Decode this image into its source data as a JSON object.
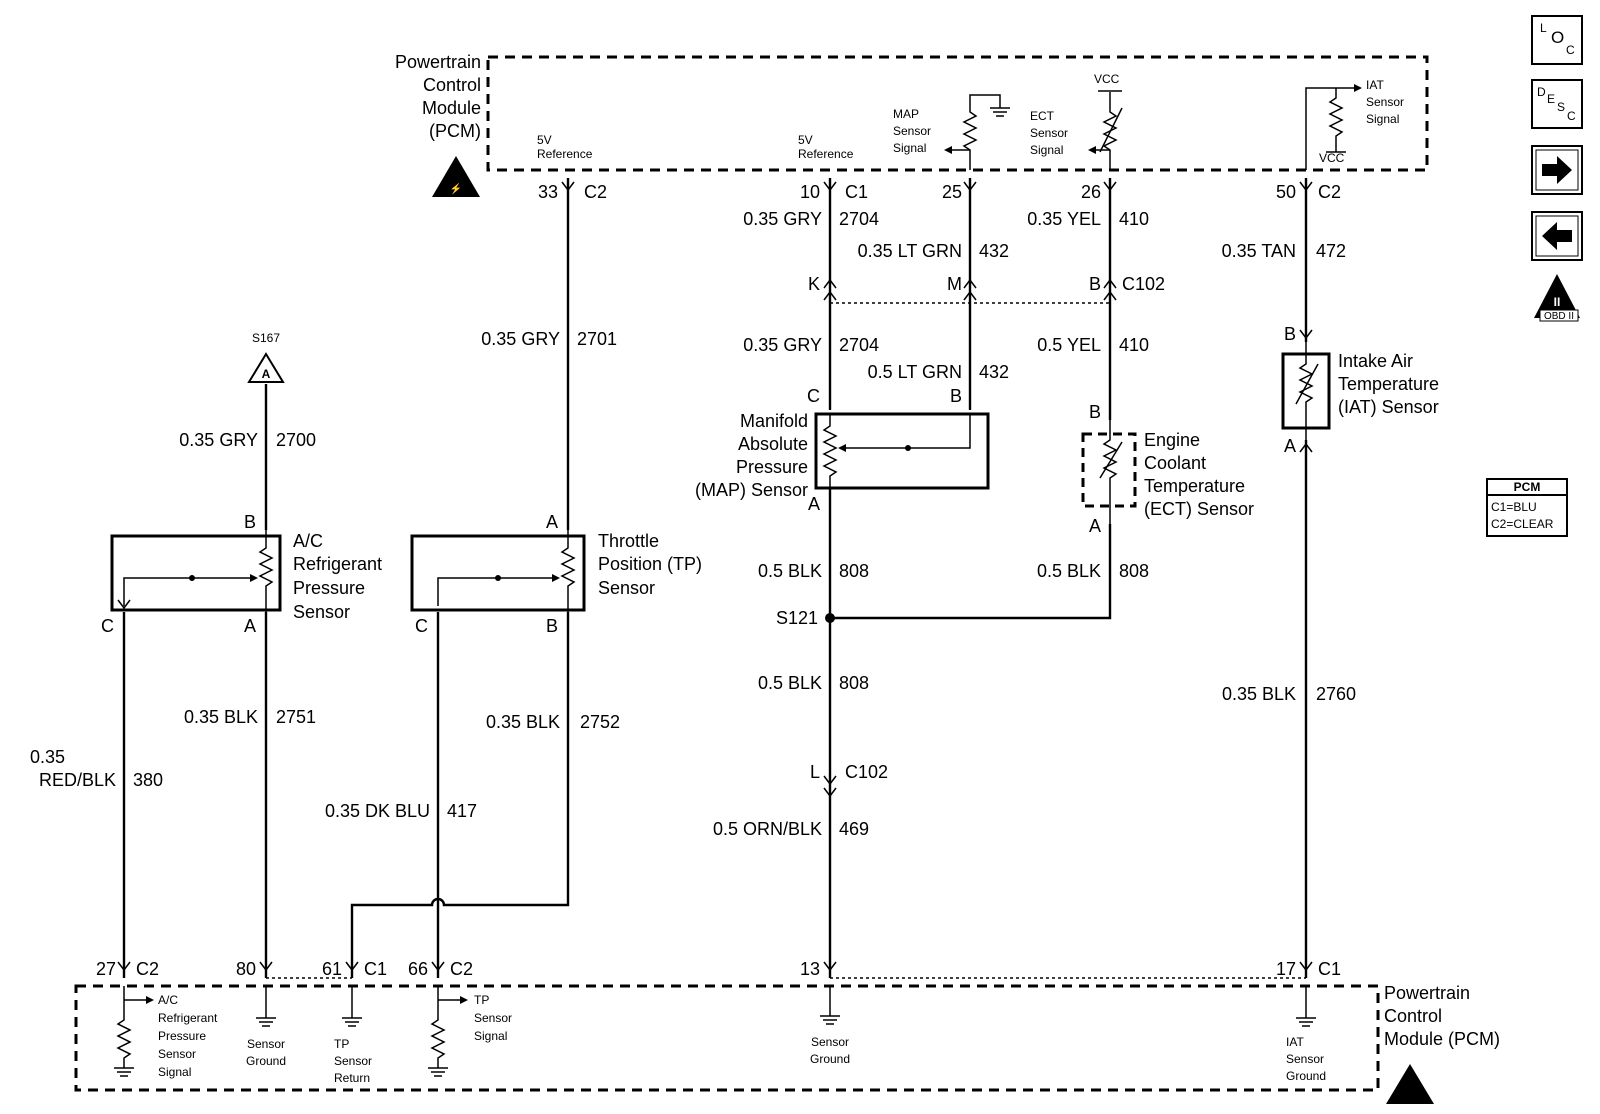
{
  "pcm_top": {
    "line1": "Powertrain",
    "line2": "Control",
    "line3": "Module",
    "line4": "(PCM)"
  },
  "pcm_bottom": {
    "line1": "Powertrain",
    "line2": "Control",
    "line3": "Module (PCM)"
  },
  "pcm_internal_top": {
    "ref5v_a": [
      "5V",
      "Reference"
    ],
    "ref5v_b": [
      "5V",
      "Reference"
    ],
    "map_signal": [
      "MAP",
      "Sensor",
      "Signal"
    ],
    "ect_signal": [
      "ECT",
      "Sensor",
      "Signal"
    ],
    "vcc_ect": "VCC",
    "iat_signal": [
      "IAT",
      "Sensor",
      "Signal"
    ],
    "vcc_iat": "VCC"
  },
  "pcm_internal_bottom": {
    "ac_signal": [
      "A/C",
      "Refrigerant",
      "Pressure",
      "Sensor",
      "Signal"
    ],
    "sensor_ground_a": [
      "Sensor",
      "Ground"
    ],
    "tp_return": [
      "TP",
      "Sensor",
      "Return"
    ],
    "tp_signal": [
      "TP",
      "Sensor",
      "Signal"
    ],
    "sensor_ground_b": [
      "Sensor",
      "Ground"
    ],
    "iat_ground": [
      "IAT",
      "Sensor",
      "Ground"
    ]
  },
  "pins_top": {
    "p33": "33",
    "p33_conn": "C2",
    "p10": "10",
    "p10_conn": "C1",
    "p25": "25",
    "p26": "26",
    "p50": "50",
    "p50_conn": "C2"
  },
  "pins_bottom": {
    "p27": "27",
    "p27_conn": "C2",
    "p80": "80",
    "p61": "61",
    "p61_conn": "C1",
    "p66": "66",
    "p66_conn": "C2",
    "p13": "13",
    "p17": "17",
    "p17_conn": "C1"
  },
  "wires": {
    "w2701": {
      "color": "0.35 GRY",
      "circuit": "2701"
    },
    "w2704a": {
      "color": "0.35 GRY",
      "circuit": "2704"
    },
    "w432a": {
      "color": "0.35 LT GRN",
      "circuit": "432"
    },
    "w410a": {
      "color": "0.35 YEL",
      "circuit": "410"
    },
    "w472": {
      "color": "0.35 TAN",
      "circuit": "472"
    },
    "w2704b": {
      "color": "0.35 GRY",
      "circuit": "2704"
    },
    "w432b": {
      "color": "0.5 LT GRN",
      "circuit": "432"
    },
    "w410b": {
      "color": "0.5 YEL",
      "circuit": "410"
    },
    "w2700": {
      "color": "0.35 GRY",
      "circuit": "2700"
    },
    "w808a": {
      "color": "0.5 BLK",
      "circuit": "808"
    },
    "w808b": {
      "color": "0.5 BLK",
      "circuit": "808"
    },
    "w808c": {
      "color": "0.5 BLK",
      "circuit": "808"
    },
    "w2751": {
      "color": "0.35 BLK",
      "circuit": "2751"
    },
    "w2752": {
      "color": "0.35 BLK",
      "circuit": "2752"
    },
    "w2760": {
      "color": "0.35 BLK",
      "circuit": "2760"
    },
    "w380": {
      "color_line1": "0.35",
      "color_line2": "RED/BLK",
      "circuit": "380"
    },
    "w417": {
      "color": "0.35 DK BLU",
      "circuit": "417"
    },
    "w469": {
      "color": "0.5 ORN/BLK",
      "circuit": "469"
    }
  },
  "connectors": {
    "c102_top": {
      "pin_k": "K",
      "pin_m": "M",
      "pin_b": "B",
      "name": "C102"
    },
    "c102_bottom": {
      "pin_l": "L",
      "name": "C102"
    },
    "splice_s121": "S121",
    "splice_s167": "S167",
    "splice_s167_letter": "A"
  },
  "sensors": {
    "map": {
      "lines": [
        "Manifold",
        "Absolute",
        "Pressure",
        "(MAP) Sensor"
      ],
      "pin_c": "C",
      "pin_b": "B",
      "pin_a": "A"
    },
    "ect": {
      "lines": [
        "Engine",
        "Coolant",
        "Temperature",
        "(ECT) Sensor"
      ],
      "pin_b": "B",
      "pin_a": "A"
    },
    "iat": {
      "lines": [
        "Intake Air",
        "Temperature",
        "(IAT) Sensor"
      ],
      "pin_b": "B",
      "pin_a": "A"
    },
    "ac": {
      "lines": [
        "A/C",
        "Refrigerant",
        "Pressure",
        "Sensor"
      ],
      "pin_b": "B",
      "pin_c": "C",
      "pin_a": "A"
    },
    "tp": {
      "lines": [
        "Throttle",
        "Position (TP)",
        "Sensor"
      ],
      "pin_a": "A",
      "pin_c": "C",
      "pin_b": "B"
    }
  },
  "legend": {
    "title": "PCM",
    "c1": "C1=BLU",
    "c2": "C2=CLEAR"
  },
  "nav_icons": {
    "loc": {
      "l": "L",
      "o": "O",
      "c": "C"
    },
    "desc": {
      "d": "D",
      "e": "E",
      "s": "S",
      "c": "C"
    },
    "obd": {
      "numeral": "II",
      "label": "OBD II"
    }
  },
  "icons": {
    "nav": [
      "loc-icon",
      "desc-icon",
      "arrow-right-icon",
      "arrow-left-icon",
      "obd-ii-icon"
    ],
    "schematic": [
      "esd-warning-icon",
      "ground-icon",
      "resistor-icon"
    ]
  }
}
